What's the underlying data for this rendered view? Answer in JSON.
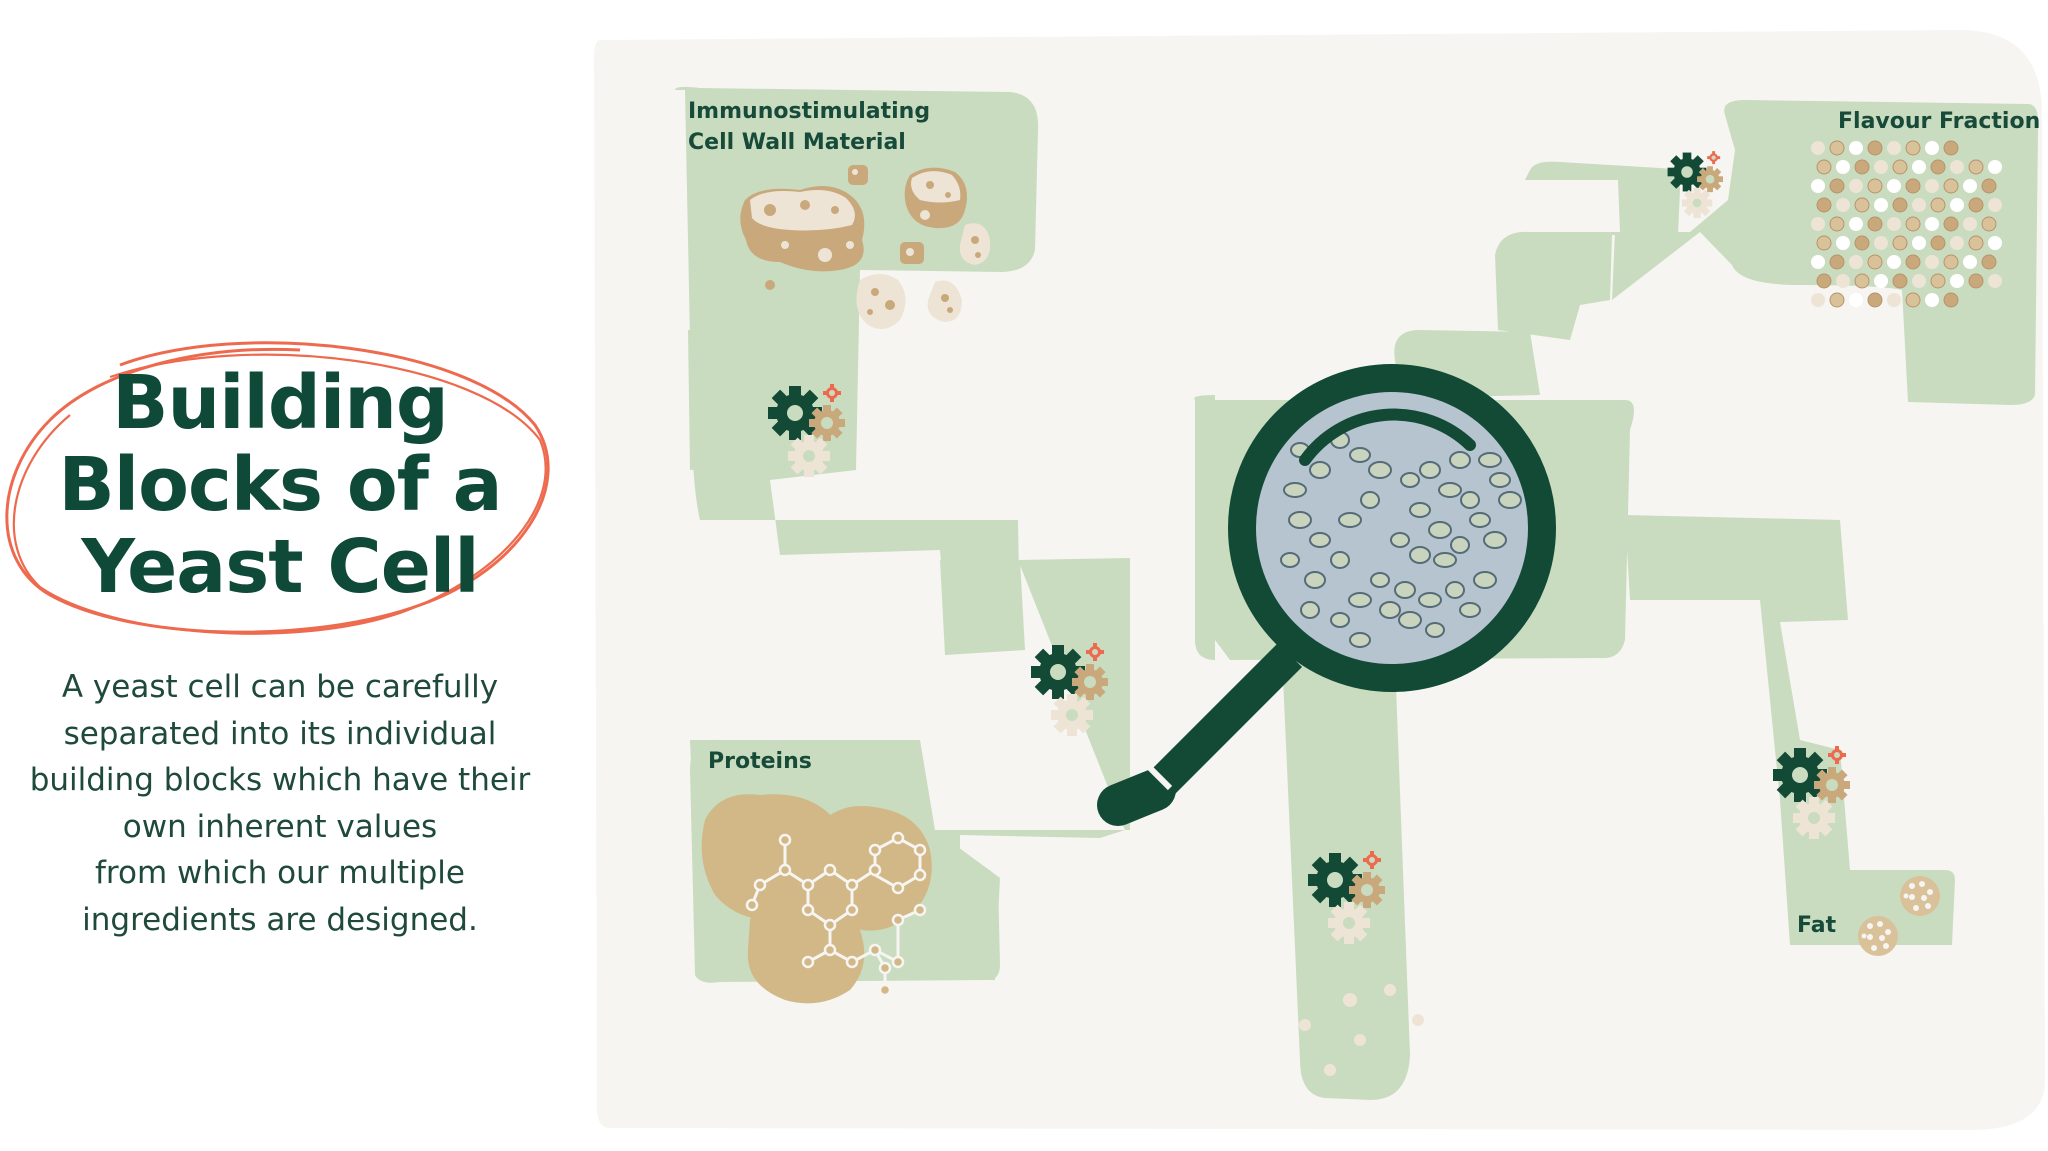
{
  "title": {
    "line1": "Building",
    "line2": "Blocks of a",
    "line3": "Yeast Cell"
  },
  "description": {
    "line1": "A yeast cell can be carefully",
    "line2": "separated into its individual",
    "line3": "building blocks which have their",
    "line4": "own inherent values",
    "line5": "from which our multiple",
    "line6": "ingredients are designed."
  },
  "labels": {
    "cell_wall_line1": "Immunostimulating",
    "cell_wall_line2": "Cell Wall Material",
    "flavour": "Flavour Fraction",
    "proteins": "Proteins",
    "fat": "Fat"
  },
  "colors": {
    "dark_green": "#134a36",
    "path_green": "#c9dcc0",
    "panel_bg": "#f6f5f2",
    "accent_orange": "#ee6a4f",
    "tan": "#c9a97c",
    "cream": "#ede4d5"
  },
  "icons": [
    "gear-icon",
    "magnifying-glass-icon",
    "yeast-cells-icon",
    "cell-wall-particles-icon",
    "flavour-dots-icon",
    "protein-molecule-icon",
    "fat-globule-icon"
  ]
}
